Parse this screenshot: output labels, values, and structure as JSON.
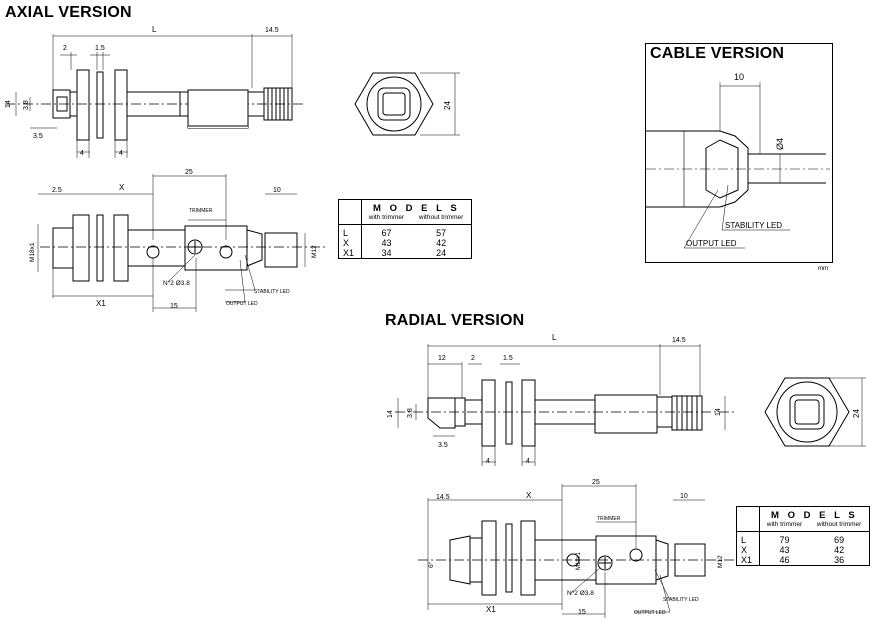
{
  "axial": {
    "title": "AXIAL VERSION",
    "top": {
      "L": "L",
      "d145": "14.5",
      "d2": "2",
      "d15": "1.5",
      "d14": "14",
      "d38": "3.8",
      "d35": "3.5",
      "d4a": "4",
      "d4b": "4"
    },
    "hex": {
      "d24": "24"
    },
    "bottom": {
      "d25a": "2.5",
      "X": "X",
      "d25b": "25",
      "d10": "10",
      "trimmer": "TRIMMER",
      "m18": "M18x1",
      "m12": "M12",
      "n2": "N°2 Ø3.8",
      "stab": "STABILITY LED",
      "out": "OUTPUT LED",
      "X1": "X1",
      "d15": "15"
    },
    "models": {
      "head": "M O D E L S",
      "col1": "with trimmer",
      "col2": "without trimmer",
      "rows": [
        {
          "k": "L",
          "a": "67",
          "b": "57"
        },
        {
          "k": "X",
          "a": "43",
          "b": "42"
        },
        {
          "k": "X1",
          "a": "34",
          "b": "24"
        }
      ]
    }
  },
  "cable": {
    "title": "CABLE VERSION",
    "d10": "10",
    "d4": "Ø4",
    "stab": "STABILITY LED",
    "out": "OUTPUT LED",
    "unit": "mm"
  },
  "radial": {
    "title": "RADIAL VERSION",
    "top": {
      "L": "L",
      "d145": "14.5",
      "d12": "12",
      "d2": "2",
      "d15": "1.5",
      "d14": "14",
      "d38": "3.8",
      "d35": "3.5",
      "d4a": "4",
      "d4b": "4",
      "d14b": "14"
    },
    "hex": {
      "d24": "24"
    },
    "bottom": {
      "d145": "14.5",
      "X": "X",
      "d25": "25",
      "d10": "10",
      "trimmer": "TRIMMER",
      "m18": "M18x1",
      "m12": "M12",
      "deg": "6°",
      "n2": "N°2 Ø3.8",
      "stab": "STABILITY LED",
      "out": "OUTPUT LED",
      "X1": "X1",
      "d15": "15"
    },
    "models": {
      "head": "M O D E L S",
      "col1": "with trimmer",
      "col2": "without trimmer",
      "rows": [
        {
          "k": "L",
          "a": "79",
          "b": "69"
        },
        {
          "k": "X",
          "a": "43",
          "b": "42"
        },
        {
          "k": "X1",
          "a": "46",
          "b": "36"
        }
      ]
    }
  }
}
